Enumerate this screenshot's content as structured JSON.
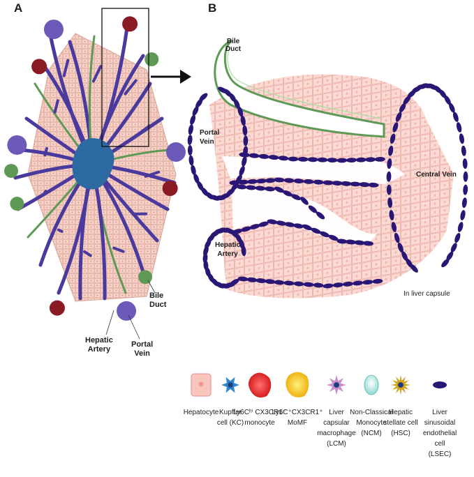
{
  "panel_a": {
    "letter": "A",
    "labels": {
      "bile_duct": "Bile\nDuct",
      "hepatic_artery": "Hepatic\nArtery",
      "portal_vein": "Portal\nVein"
    }
  },
  "panel_b": {
    "letter": "B",
    "labels": {
      "bile_duct": "Bile\nDuct",
      "portal_vein": "Portal\nVein",
      "hepatic_artery": "Hepatic\nArtery",
      "central_vein": "Central Vein",
      "in_liver_capsule": "In liver capsule"
    }
  },
  "legend": [
    {
      "key": "hepatocyte",
      "label": "Hepatocyte"
    },
    {
      "key": "kupffer",
      "label": "Kupffer\ncell (KC)"
    },
    {
      "key": "ly6c_hi",
      "label": "Ly6Cʰⁱ CX3CR1⁻\nmonocyte"
    },
    {
      "key": "ly6c_lo",
      "label": "Ly6C⁺CX3CR1⁺\nMoMF"
    },
    {
      "key": "lcm",
      "label": "Liver\ncapsular\nmacrophage\n(LCM)"
    },
    {
      "key": "ncm",
      "label": "Non-Classical\nMonocyte\n(NCM)"
    },
    {
      "key": "hsc",
      "label": "Hepatic\nstellate cell\n(HSC)"
    },
    {
      "key": "lsec",
      "label": "Liver sinusoidal\nendothelial cell\n(LSEC)"
    }
  ],
  "colors": {
    "hepatocyte": "#f6cfc6",
    "central_vein": "#2d6aa3",
    "portal_vein": "#6d59b8",
    "hepatic_artery": "#8a1b24",
    "bile_duct": "#5e9a56",
    "sinusoid": "#4a3a9e",
    "lsec": "#2a1775",
    "kupffer": "#2e86c9",
    "monocyte_hi": "#e63434",
    "momf": "#f6c624",
    "lcm": "#c98ccf",
    "ncm": "#9ee2dc",
    "hsc": "#d4a21e"
  }
}
